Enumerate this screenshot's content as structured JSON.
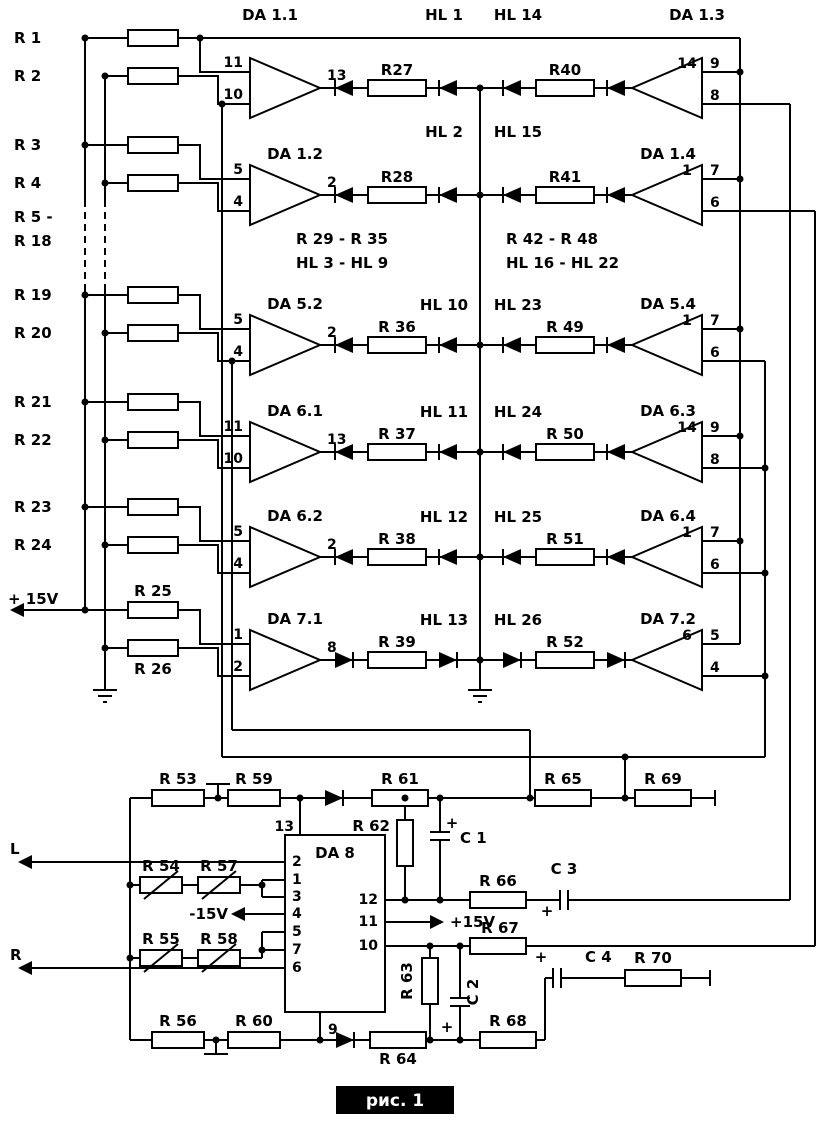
{
  "caption": "рис. 1",
  "symbols": {
    "plus": "+"
  },
  "top": {
    "power_label": "+ 15V",
    "range_left_1": "R 5 -",
    "range_left_2": "R 18",
    "note_r_left": "R 29 - R 35",
    "note_hl_left": "HL 3 - HL 9",
    "note_r_right": "R 42 - R 48",
    "note_hl_right": "HL 16 - HL 22",
    "rows": [
      {
        "in1": "R 1",
        "in2": "R 2",
        "ampL": "DA 1.1",
        "pinA": "11",
        "pinB": "10",
        "pinOut": "13",
        "res1": "R27",
        "hlL": "HL 1",
        "hlR": "HL 14",
        "res2": "R40",
        "ampR": "DA 1.3",
        "pinIn": "14",
        "pinC": "9",
        "pinD": "8"
      },
      {
        "in1": "R 3",
        "in2": "R 4",
        "ampL": "DA 1.2",
        "pinA": "5",
        "pinB": "4",
        "pinOut": "2",
        "res1": "R28",
        "hlL": "HL 2",
        "hlR": "HL 15",
        "res2": "R41",
        "ampR": "DA 1.4",
        "pinIn": "1",
        "pinC": "7",
        "pinD": "6"
      },
      {
        "in1": "R 19",
        "in2": "R 20",
        "ampL": "DA 5.2",
        "pinA": "5",
        "pinB": "4",
        "pinOut": "2",
        "res1": "R 36",
        "hlL": "HL 10",
        "hlR": "HL 23",
        "res2": "R 49",
        "ampR": "DA 5.4",
        "pinIn": "1",
        "pinC": "7",
        "pinD": "6"
      },
      {
        "in1": "R 21",
        "in2": "R 22",
        "ampL": "DA 6.1",
        "pinA": "11",
        "pinB": "10",
        "pinOut": "13",
        "res1": "R 37",
        "hlL": "HL 11",
        "hlR": "HL 24",
        "res2": "R 50",
        "ampR": "DA 6.3",
        "pinIn": "14",
        "pinC": "9",
        "pinD": "8"
      },
      {
        "in1": "R 23",
        "in2": "R 24",
        "ampL": "DA 6.2",
        "pinA": "5",
        "pinB": "4",
        "pinOut": "2",
        "res1": "R 38",
        "hlL": "HL 12",
        "hlR": "HL 25",
        "res2": "R 51",
        "ampR": "DA 6.4",
        "pinIn": "1",
        "pinC": "7",
        "pinD": "6"
      },
      {
        "in1": "R 25",
        "in2": "R 26",
        "ampL": "DA 7.1",
        "pinA": "1",
        "pinB": "2",
        "pinOut": "8",
        "res1": "R 39",
        "hlL": "HL 13",
        "hlR": "HL 26",
        "res2": "R 52",
        "ampR": "DA 7.2",
        "pinIn": "6",
        "pinC": "5",
        "pinD": "4"
      }
    ]
  },
  "bottom": {
    "ic_label": "DA 8",
    "out_left": "L",
    "out_right": "R",
    "minus15": "-15V",
    "plus15": "+15V",
    "r53": "R 53",
    "r59": "R 59",
    "r61": "R 61",
    "r65": "R 65",
    "r69": "R 69",
    "r62": "R 62",
    "c1": "C 1",
    "r54": "R 54",
    "r57": "R 57",
    "r55": "R 55",
    "r58": "R 58",
    "r66": "R 66",
    "c3": "C 3",
    "r67": "R 67",
    "r63": "R 63",
    "c2": "C 2",
    "c4": "C 4",
    "r70": "R 70",
    "r56": "R 56",
    "r60": "R 60",
    "r64": "R 64",
    "r68": "R 68",
    "pins_left": {
      "p13": "13",
      "p2": "2",
      "p1": "1",
      "p3": "3",
      "p4": "4",
      "p5": "5",
      "p7": "7",
      "p6": "6",
      "p9": "9"
    },
    "pins_right": {
      "p12": "12",
      "p11": "11",
      "p10": "10"
    }
  }
}
